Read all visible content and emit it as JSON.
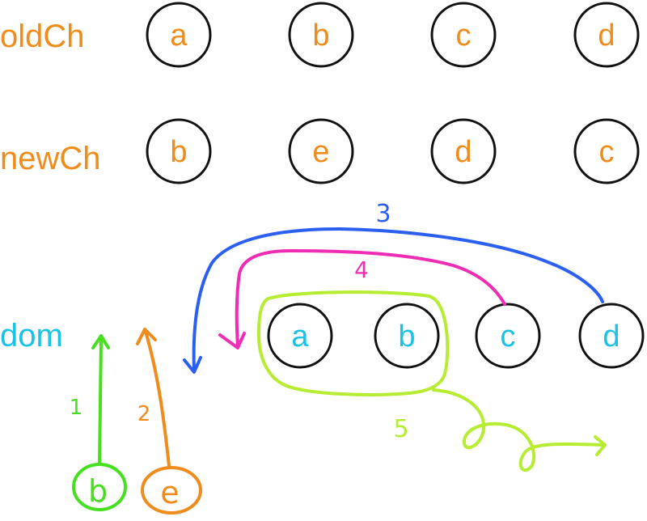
{
  "colors": {
    "orange": "#ef8c1b",
    "cyan": "#1ac3e6",
    "blue": "#2a5ff0",
    "magenta": "#ee2db4",
    "lime": "#b6ec32",
    "green": "#46e01e",
    "stroke": "#111111"
  },
  "rows": {
    "old": {
      "label": "oldCh",
      "nodes": [
        "a",
        "b",
        "c",
        "d"
      ]
    },
    "new": {
      "label": "newCh",
      "nodes": [
        "b",
        "e",
        "d",
        "c"
      ]
    },
    "dom": {
      "label": "dom",
      "nodes": [
        "a",
        "b",
        "c",
        "d"
      ]
    }
  },
  "inserted": {
    "first": "b",
    "second": "e"
  },
  "steps": {
    "s1": "1",
    "s2": "2",
    "s3": "3",
    "s4": "4",
    "s5": "5"
  }
}
